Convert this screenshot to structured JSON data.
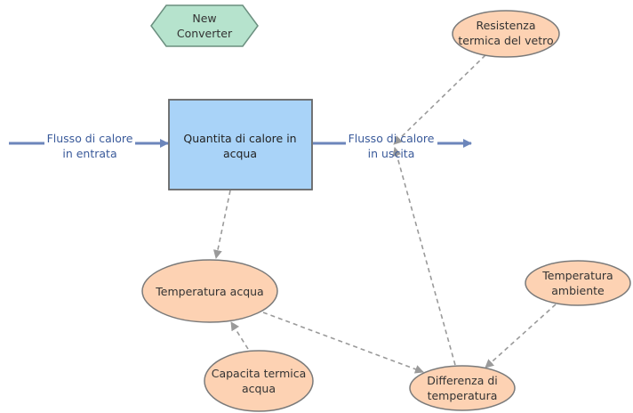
{
  "diagram": {
    "converter": {
      "line1": "New",
      "line2": "Converter"
    },
    "stock": {
      "line1": "Quantita di calore in",
      "line2": "acqua"
    },
    "flows": {
      "inflow": {
        "line1": "Flusso di calore",
        "line2": "in entrata"
      },
      "outflow": {
        "line1": "Flusso di calore",
        "line2": "in uscita"
      }
    },
    "auxiliaries": {
      "resistenza": {
        "line1": "Resistenza",
        "line2": "termica del vetro"
      },
      "temperatura_acqua": {
        "line1": "Temperatura acqua"
      },
      "temperatura_ambiente": {
        "line1": "Temperatura",
        "line2": "ambiente"
      },
      "capacita": {
        "line1": "Capacita termica",
        "line2": "acqua"
      },
      "differenza": {
        "line1": "Differenza di",
        "line2": "temperatura"
      }
    },
    "colors": {
      "stock_fill": "#a9d3f8",
      "auxiliary_fill": "#fdd2b3",
      "converter_fill": "#b6e3cd",
      "flow": "#6c86bb",
      "link": "#9a9a9a"
    }
  }
}
